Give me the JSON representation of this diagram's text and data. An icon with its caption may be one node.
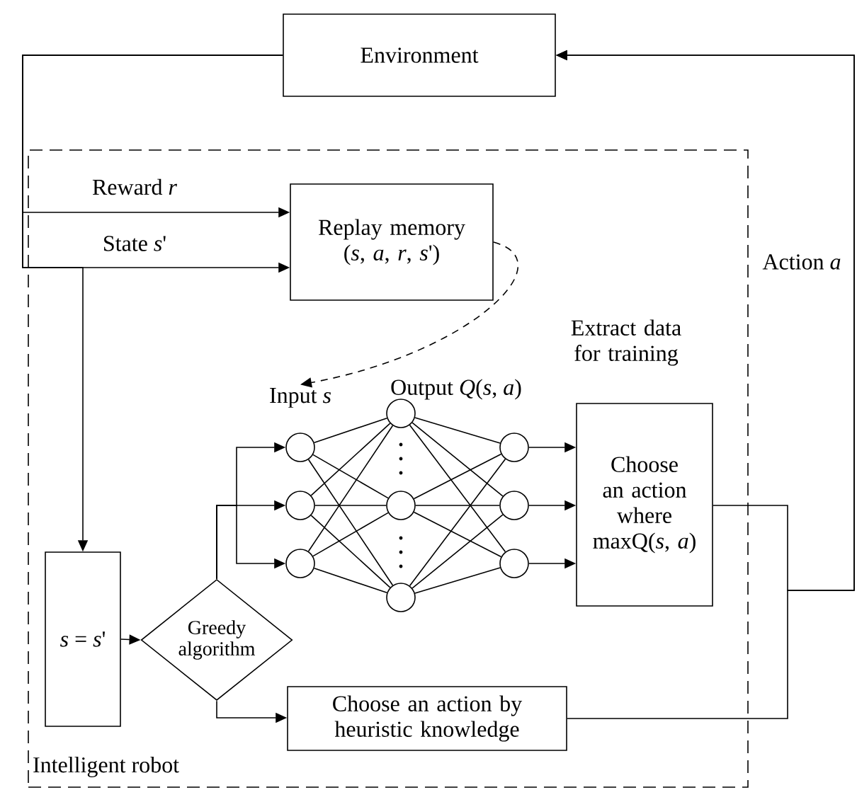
{
  "diagram": {
    "nodes": [
      {
        "text": [
          "Environment"
        ]
      },
      {
        "text": [
          "Intelligent robot"
        ]
      },
      {
        "text": [
          "Replay memory (*s*, *a*, *r*, *s*')"
        ],
        "in": 1
      },
      {
        "text": [
          "Input *s*"
        ],
        "in": 1
      },
      {
        "text": [],
        "shape": "circle",
        "in": 1
      },
      {
        "text": [],
        "shape": "circle",
        "in": 1
      },
      {
        "text": [],
        "shape": "circle",
        "in": 1
      },
      {
        "text": [],
        "shape": "circle",
        "in": 1
      },
      {
        "text": [],
        "shape": "circle",
        "in": 1
      },
      {
        "text": [],
        "shape": "circle",
        "in": 1
      },
      {
        "text": [],
        "shape": "circle",
        "in": 1
      },
      {
        "text": [],
        "shape": "circle",
        "in": 1
      },
      {
        "text": [],
        "shape": "circle",
        "in": 1
      },
      {
        "text": [
          "Choose an action where maxQ(*s*, *a*)"
        ],
        "in": 1
      },
      {
        "text": [
          "*s* = *s*'"
        ],
        "in": 1
      },
      {
        "text": [
          "Greedy algorithm"
        ],
        "in": 1
      },
      {
        "text": [
          "Choose an action by heuristic knowledge"
        ],
        "in": 1
      }
    ],
    "edges": [
      {
        "from": 0,
        "to": 2,
        "arrow": "to",
        "label": "Reward *r*"
      },
      {
        "from": 0,
        "to": 2,
        "arrow": "to",
        "label": "State *s*'"
      },
      {
        "from": 0,
        "to": 14,
        "arrow": "to"
      },
      {
        "from": 14,
        "to": 15,
        "arrow": "to"
      },
      {
        "from": 15,
        "to": 4,
        "arrow": "to"
      },
      {
        "from": 15,
        "to": 5,
        "arrow": "to"
      },
      {
        "from": 15,
        "to": 6,
        "arrow": "to"
      },
      {
        "from": 15,
        "to": 16,
        "arrow": "to"
      },
      {
        "from": 4,
        "to": 7,
        "arrow": "none"
      },
      {
        "from": 4,
        "to": 8,
        "arrow": "none"
      },
      {
        "from": 4,
        "to": 9,
        "arrow": "none"
      },
      {
        "from": 5,
        "to": 7,
        "arrow": "none"
      },
      {
        "from": 5,
        "to": 8,
        "arrow": "none"
      },
      {
        "from": 5,
        "to": 9,
        "arrow": "none"
      },
      {
        "from": 6,
        "to": 7,
        "arrow": "none"
      },
      {
        "from": 6,
        "to": 8,
        "arrow": "none"
      },
      {
        "from": 6,
        "to": 9,
        "arrow": "none"
      },
      {
        "from": 7,
        "to": 10,
        "arrow": "none"
      },
      {
        "from": 7,
        "to": 11,
        "arrow": "none"
      },
      {
        "from": 7,
        "to": 12,
        "arrow": "none"
      },
      {
        "from": 8,
        "to": 10,
        "arrow": "none"
      },
      {
        "from": 8,
        "to": 11,
        "arrow": "none"
      },
      {
        "from": 8,
        "to": 12,
        "arrow": "none"
      },
      {
        "from": 9,
        "to": 10,
        "arrow": "none"
      },
      {
        "from": 9,
        "to": 11,
        "arrow": "none"
      },
      {
        "from": 9,
        "to": 12,
        "arrow": "none"
      },
      {
        "from": 10,
        "to": 13,
        "arrow": "to"
      },
      {
        "from": 11,
        "to": 13,
        "arrow": "to"
      },
      {
        "from": 12,
        "to": 13,
        "arrow": "to"
      },
      {
        "from": 13,
        "to": 0,
        "arrow": "to",
        "label": "Action *a*"
      },
      {
        "from": 16,
        "to": 0,
        "arrow": "to"
      },
      {
        "from": 2,
        "to": 3,
        "arrow": "to",
        "style": "dashed",
        "label": "Extract data for training"
      }
    ],
    "labels": [
      "Output *Q*(*s*, *a*)"
    ]
  }
}
